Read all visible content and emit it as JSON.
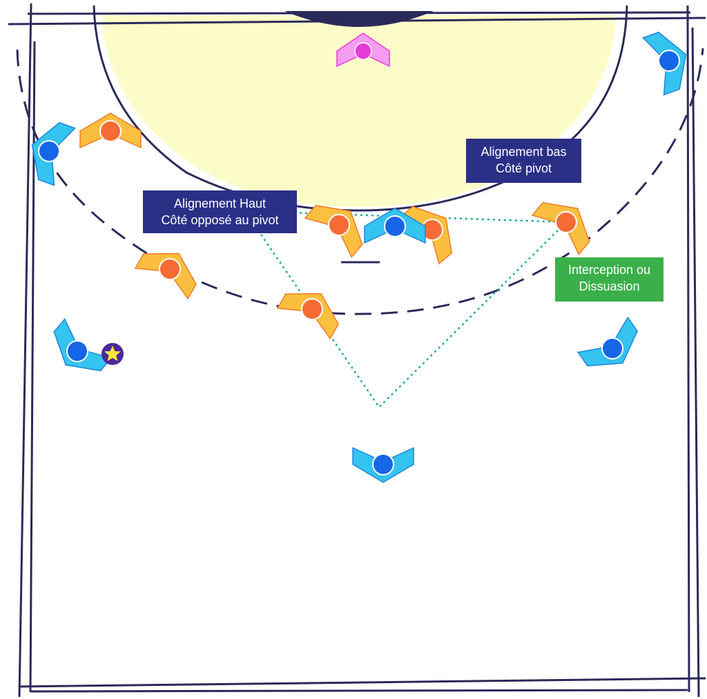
{
  "colors": {
    "court_line": "#2a2a5a",
    "goal_area_fill": "#fcfcc8",
    "goal_fill": "#2a2a5a",
    "defender_body": "#fbbf3f",
    "defender_body_stroke": "#f07a2a",
    "defender_head": "#f76b34",
    "attacker_body": "#35c3f0",
    "attacker_body_stroke": "#1d86d6",
    "attacker_head": "#1666e8",
    "goalkeeper_body": "#f59df0",
    "goalkeeper_head": "#e83ad8",
    "ball_fill": "#ffe53a",
    "ball_background": "#4a2a9a",
    "alignment_line": "#1aa89a",
    "label_dark_bg": "#2b3087",
    "label_green_bg": "#3bb04a"
  },
  "labels": {
    "alignment_high": [
      "Alignement Haut",
      "Côté opposé au pivot"
    ],
    "alignment_low": [
      "Alignement bas",
      "Côté pivot"
    ],
    "interception": [
      "Interception ou",
      "Dissuasion"
    ]
  },
  "icons": {
    "defender": "defender-chevron-icon",
    "attacker": "attacker-chevron-icon",
    "goalkeeper": "goalkeeper-chevron-icon",
    "ball": "star-ball-icon"
  }
}
